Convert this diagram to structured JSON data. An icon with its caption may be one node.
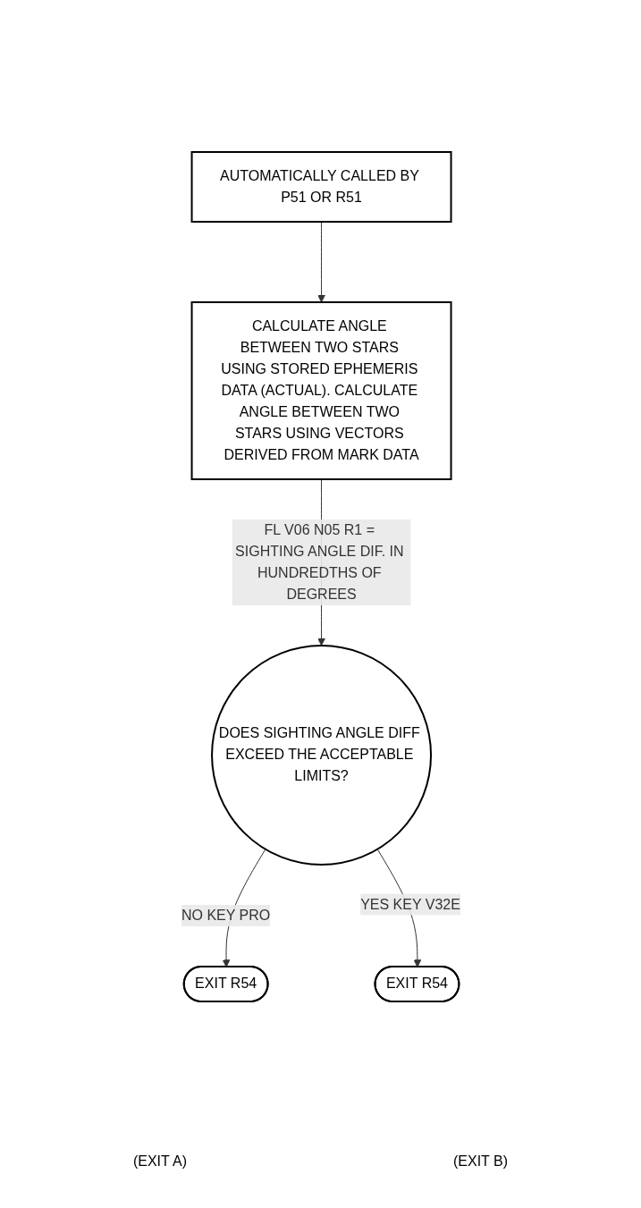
{
  "diagram": {
    "nodes": [
      {
        "text": [
          "AUTOMATICALLY CALLED BY P51 OR R51"
        ]
      },
      {
        "text": [
          "CALCULATE ANGLE BETWEEN TWO STARS USING STORED EPHEMERIS DATA (ACTUAL). CALCULATE ANGLE BETWEEN TWO STARS USING VECTORS DERIVED FROM MARK DATA"
        ]
      },
      {
        "text": [
          "DOES SIGHTING ANGLE DIFF EXCEED THE ACCEPTABLE LIMITS?"
        ]
      },
      {
        "text": [
          "EXIT R54"
        ]
      },
      {
        "text": [
          "EXIT R54"
        ]
      }
    ],
    "edges": [
      {
        "from": 0,
        "to": 1,
        "arrow": "to"
      },
      {
        "from": 1,
        "to": 2,
        "arrow": "to",
        "label": "FL V06 N05 R1 = SIGHTING ANGLE DIF. IN HUNDREDTHS OF DEGREES"
      },
      {
        "from": 2,
        "to": 3,
        "arrow": "to",
        "label": "NO KEY PRO"
      },
      {
        "from": 2,
        "to": 4,
        "arrow": "to",
        "label": "YES KEY V32E"
      }
    ],
    "labels": [
      "(EXIT A)",
      "(EXIT B)"
    ]
  }
}
